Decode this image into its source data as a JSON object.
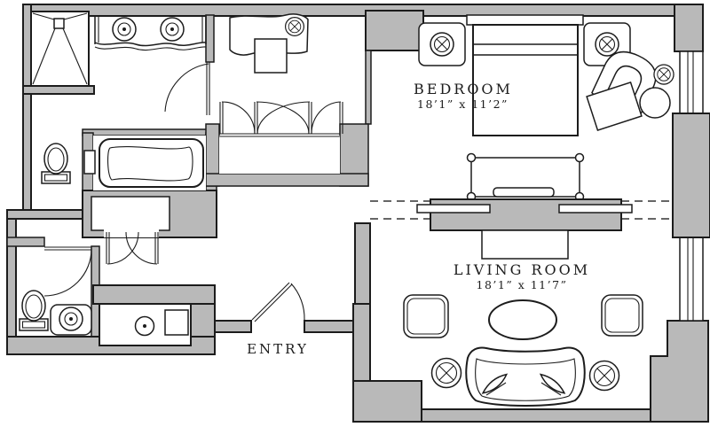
{
  "plan": {
    "rooms": {
      "bedroom": {
        "label": "BEDROOM",
        "dimensions": "18’1” x 11’2”"
      },
      "living_room": {
        "label": "LIVING ROOM",
        "dimensions": "18’1” x 11’7”"
      },
      "entry": {
        "label": "ENTRY"
      }
    },
    "colors": {
      "wall_fill": "#b9b9b9",
      "line": "#1c1c1c",
      "background": "#ffffff"
    }
  }
}
